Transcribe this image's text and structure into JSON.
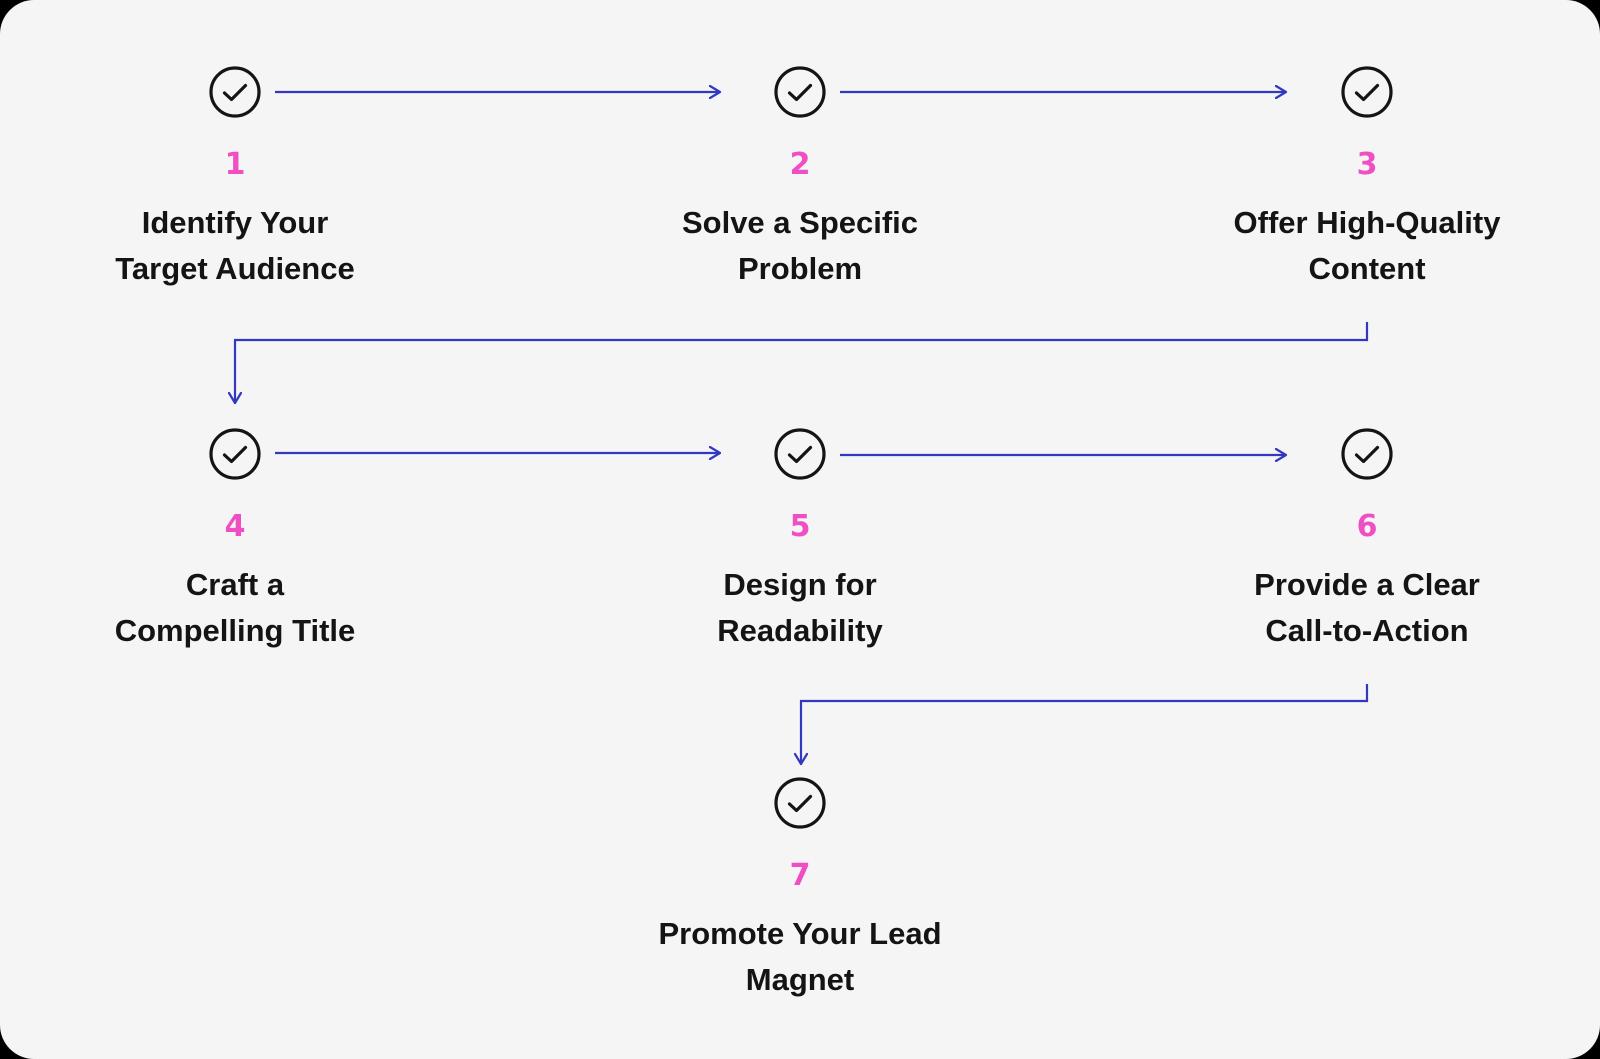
{
  "colors": {
    "background": "#f5f5f5",
    "connector": "#3238c0",
    "number": "#f04fc4",
    "text": "#141414",
    "icon": "#141414"
  },
  "icon": "check-circle-icon",
  "steps": [
    {
      "number": "1",
      "lines": [
        "Identify Your",
        "Target Audience"
      ]
    },
    {
      "number": "2",
      "lines": [
        "Solve a Specific",
        "Problem"
      ]
    },
    {
      "number": "3",
      "lines": [
        "Offer High-Quality",
        "Content"
      ]
    },
    {
      "number": "4",
      "lines": [
        "Craft a",
        "Compelling Title"
      ]
    },
    {
      "number": "5",
      "lines": [
        "Design for",
        "Readability"
      ]
    },
    {
      "number": "6",
      "lines": [
        "Provide a Clear",
        "Call-to-Action"
      ]
    },
    {
      "number": "7",
      "lines": [
        "Promote Your Lead",
        "Magnet"
      ]
    }
  ]
}
